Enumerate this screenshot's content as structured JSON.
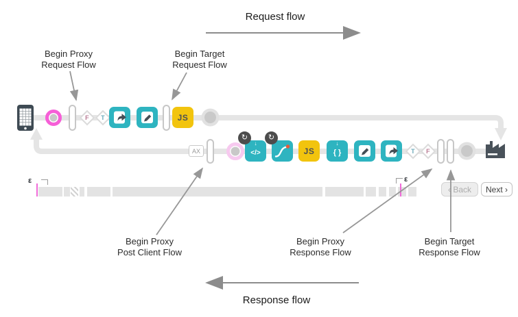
{
  "titles": {
    "request_flow": "Request flow",
    "response_flow": "Response flow"
  },
  "annotations": {
    "begin_proxy_request": "Begin Proxy\nRequest Flow",
    "begin_target_request": "Begin Target\nRequest Flow",
    "begin_proxy_post_client": "Begin Proxy\nPost Client Flow",
    "begin_proxy_response": "Begin Proxy\nResponse Flow",
    "begin_target_response": "Begin Target\nResponse Flow"
  },
  "nodes": {
    "js_label": "JS",
    "ax_label": "AX",
    "code_label": "</>",
    "braces_label": "{ }",
    "true_label": "T",
    "false_label": "F"
  },
  "icons": {
    "down_arrow": "↓",
    "loop_arrow": "↻"
  },
  "timeline": {
    "epsilon_left": "ε",
    "epsilon_right": "ε"
  },
  "controls": {
    "back": "‹ Back",
    "next": "Next ›"
  },
  "colors": {
    "teal": "#2EB4C0",
    "yellow": "#F2C40E",
    "magenta": "#F65FD7",
    "light_pink": "#F7C9EF",
    "line_gray": "#E5E5E5",
    "slate": "#454E55"
  }
}
